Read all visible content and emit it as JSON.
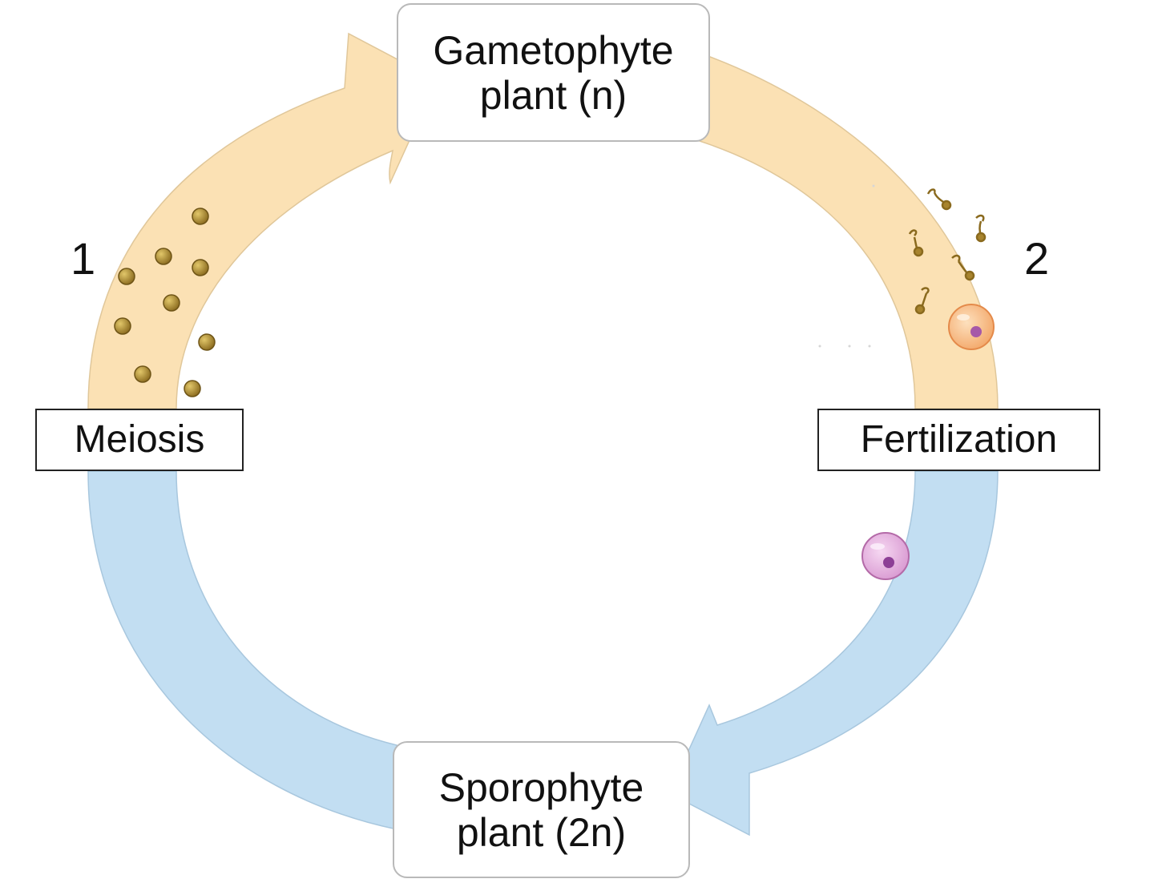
{
  "stages": {
    "gametophyte": {
      "line1": "Gametophyte",
      "line2": "plant (n)"
    },
    "sporophyte": {
      "line1": "Sporophyte",
      "line2": "plant (2n)"
    }
  },
  "processes": {
    "meiosis": "Meiosis",
    "fertilization": "Fertilization"
  },
  "markers": {
    "one": "1",
    "two": "2"
  },
  "colors": {
    "haploid_band": "#fbe1b4",
    "diploid_band": "#c2def2",
    "spore": "#a8842e",
    "sperm": "#a8842e",
    "egg": "#f7c28c",
    "egg_nucleus": "#a658a8",
    "zygote": "#e7b2e0",
    "zygote_nucleus": "#8d3f96"
  }
}
